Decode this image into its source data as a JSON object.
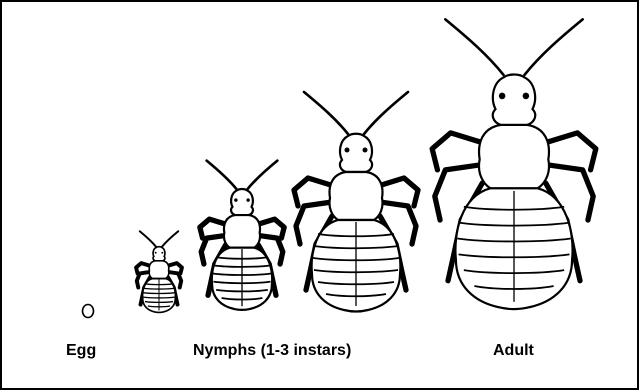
{
  "labels": {
    "egg": "Egg",
    "nymphs": "Nymphs (1-3 instars)",
    "adult": "Adult"
  },
  "colors": {
    "ink": "#000000",
    "paper": "#ffffff"
  },
  "figures": [
    {
      "name": "egg-figure",
      "stage": "egg"
    },
    {
      "name": "nymph-first-instar-figure",
      "stage": "nymph"
    },
    {
      "name": "nymph-second-instar-figure",
      "stage": "nymph"
    },
    {
      "name": "nymph-third-instar-figure",
      "stage": "nymph"
    },
    {
      "name": "adult-louse-figure",
      "stage": "adult"
    }
  ]
}
